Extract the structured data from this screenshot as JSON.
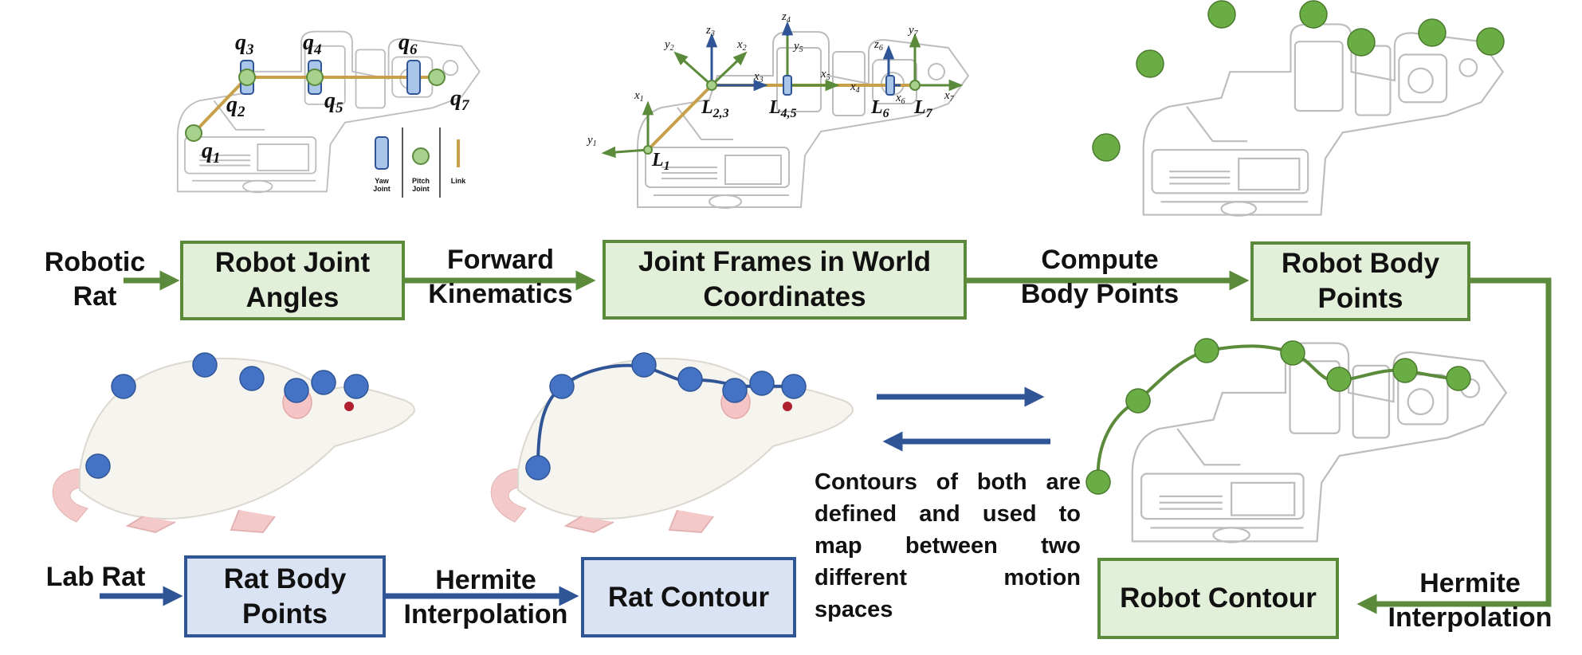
{
  "colors": {
    "green": "#5a8a3a",
    "green_fill": "#e2efd9",
    "green_dot": "#6aad45",
    "blue": "#2f5597",
    "blue_fill": "#dae3f3",
    "blue_dot": "#4472c4",
    "link": "#c9a04a"
  },
  "top": {
    "joint_labels": [
      "q",
      "1",
      "q",
      "2",
      "q",
      "3",
      "q",
      "4",
      "q",
      "5",
      "q",
      "6",
      "q",
      "7"
    ],
    "legend": {
      "yaw": "Yaw\nJoint",
      "pitch": "Pitch\nJoint",
      "link": "Link"
    },
    "frame_labels": [
      "L",
      "1",
      "L",
      "2,3",
      "L",
      "4,5",
      "L",
      "6",
      "L",
      "7"
    ],
    "axis_labels": [
      "x",
      "1",
      "y",
      "1",
      "z",
      "3",
      "y",
      "2",
      "x",
      "2",
      "x",
      "3",
      "z",
      "4",
      "y",
      "5",
      "x",
      "5",
      "x",
      "4",
      "z",
      "6",
      "x",
      "6",
      "y",
      "7",
      "x",
      "7"
    ]
  },
  "flow": {
    "input_robot": "Robotic\nRat",
    "robot_joint_angles": "Robot Joint\nAngles",
    "forward_kinematics": "Forward\nKinematics",
    "joint_frames": "Joint Frames in World\nCoordinates",
    "compute_body_points": "Compute\nBody Points",
    "robot_body_points": "Robot Body\nPoints",
    "input_lab": "Lab Rat",
    "rat_body_points": "Rat Body\nPoints",
    "hermite_left": "Hermite\nInterpolation",
    "rat_contour": "Rat Contour",
    "hermite_right": "Hermite\nInterpolation",
    "robot_contour": "Robot Contour"
  },
  "note": [
    "Contours of both are",
    "defined and used to",
    "map between two",
    "different motion",
    "spaces"
  ]
}
